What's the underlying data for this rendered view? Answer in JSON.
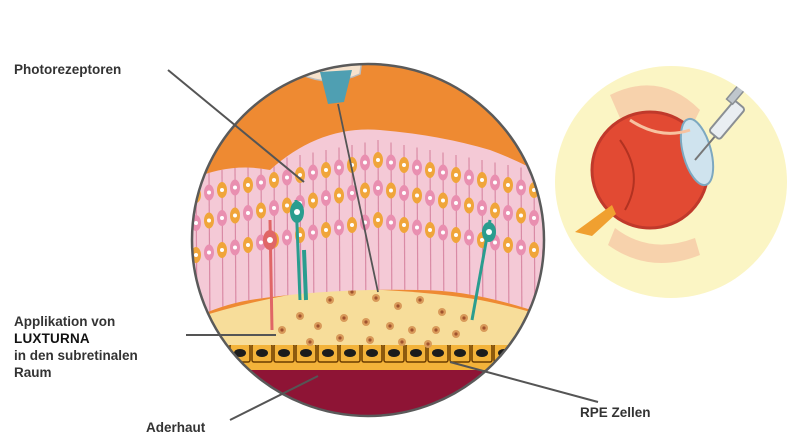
{
  "labels": {
    "photoreceptors": "Photorezeptoren",
    "application_line1": "Applikation von",
    "application_brand": "LUXTURNA",
    "application_line3": "in den subretinalen",
    "application_line4": "Raum",
    "choroid": "Aderhaut",
    "rpe": "RPE Zellen"
  },
  "colors": {
    "vitreous_orange": "#ee8a32",
    "retina_pink": "#f4c9d6",
    "subretinal_yellow": "#f7dd9a",
    "rpe_layer": "#f3b33a",
    "choroid": "#8e1435",
    "needle_teal": "#4f9fb2",
    "eye_inset_background": "#fbf5c4",
    "eye_red": "#e24a33"
  },
  "icons": [
    "syringe-icon",
    "eye-icon",
    "needle-icon"
  ]
}
